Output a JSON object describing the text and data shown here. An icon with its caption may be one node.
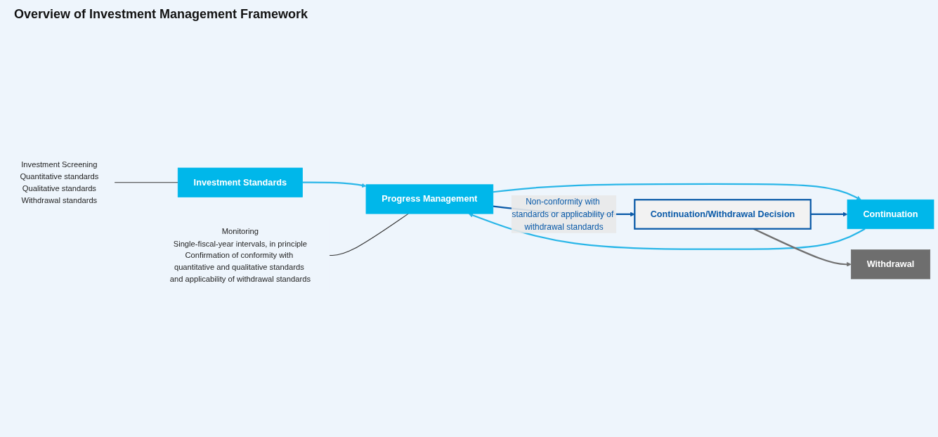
{
  "diagram": {
    "title": "Overview of Investment Management Framework",
    "nodes": [
      {
        "text": [
          "Investment Screening",
          "Quantitative standards",
          "Qualitative standards",
          "Withdrawal standards"
        ]
      },
      {
        "text": [
          "Investment Standards"
        ]
      },
      {
        "text": [
          "Monitoring",
          "Single-fiscal-year intervals, in principle",
          "Confirmation of conformity with quantitative and qualitative standards and applicability of withdrawal standards"
        ]
      },
      {
        "text": [
          "Progress Management"
        ]
      },
      {
        "text": [
          "Continuation"
        ]
      },
      {
        "text": [
          "Continuation/Withdrawal Decision"
        ]
      },
      {
        "text": [
          "Withdrawal"
        ]
      }
    ],
    "edges": [
      {
        "from": 0,
        "to": 1,
        "arrow": "none",
        "color": "#333333"
      },
      {
        "from": 1,
        "to": 3,
        "arrow": "to"
      },
      {
        "from": 2,
        "to": 3,
        "arrow": "none",
        "color": "#333333"
      },
      {
        "from": 3,
        "to": 4,
        "arrow": "to"
      },
      {
        "from": 4,
        "to": 3,
        "arrow": "to"
      },
      {
        "from": 3,
        "to": 5,
        "arrow": "to",
        "label": "Non-conformity with standards or applicability of withdrawal standards",
        "color": "#0a5aa8"
      },
      {
        "from": 5,
        "to": 4,
        "arrow": "to",
        "color": "#0a5aa8"
      },
      {
        "from": 5,
        "to": 6,
        "arrow": "to",
        "color": "#707070"
      }
    ]
  }
}
